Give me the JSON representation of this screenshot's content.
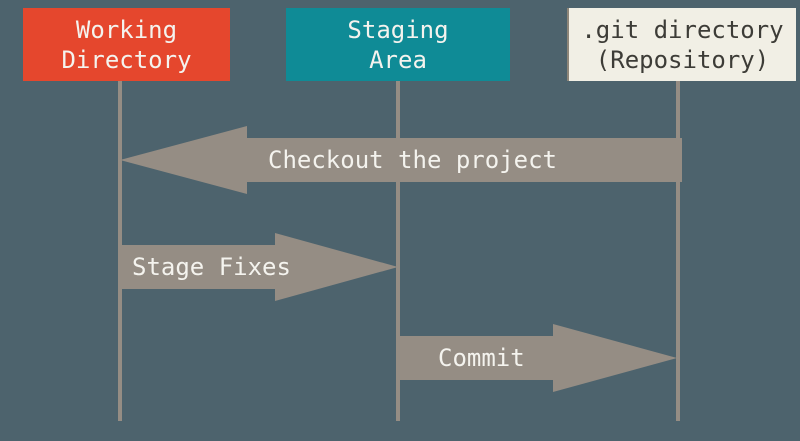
{
  "colors": {
    "background": "#4D636D",
    "working_box": "#E5472D",
    "staging_box": "#0F8B96",
    "git_box": "#F1EFE5",
    "arrow": "#958D84",
    "light_text": "#F4F3EE",
    "dark_text": "#3D3C37"
  },
  "columns": [
    {
      "id": "working",
      "label_line1": "Working",
      "label_line2": "Directory"
    },
    {
      "id": "staging",
      "label_line1": "Staging",
      "label_line2": "Area"
    },
    {
      "id": "git",
      "label_line1": ".git directory",
      "label_line2": "(Repository)"
    }
  ],
  "arrows": [
    {
      "label": "Checkout the project",
      "from": "git",
      "to": "working",
      "direction": "left"
    },
    {
      "label": "Stage Fixes",
      "from": "working",
      "to": "staging",
      "direction": "right"
    },
    {
      "label": "Commit",
      "from": "staging",
      "to": "git",
      "direction": "right"
    }
  ]
}
